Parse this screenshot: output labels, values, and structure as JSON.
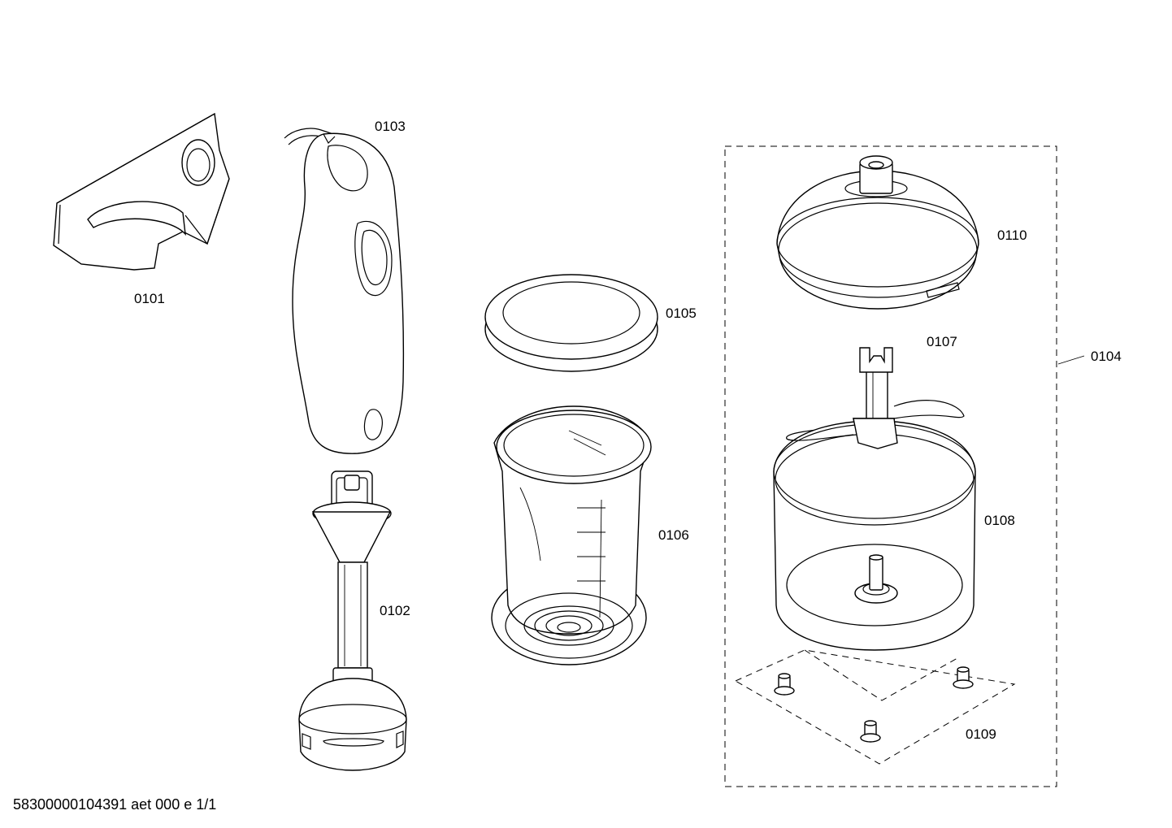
{
  "parts": [
    {
      "id": "0101",
      "label": "0101"
    },
    {
      "id": "0102",
      "label": "0102"
    },
    {
      "id": "0103",
      "label": "0103"
    },
    {
      "id": "0104",
      "label": "0104"
    },
    {
      "id": "0105",
      "label": "0105"
    },
    {
      "id": "0106",
      "label": "0106"
    },
    {
      "id": "0107",
      "label": "0107"
    },
    {
      "id": "0108",
      "label": "0108"
    },
    {
      "id": "0109",
      "label": "0109"
    },
    {
      "id": "0110",
      "label": "0110"
    }
  ],
  "footer": {
    "doc_code": "58300000104391 aet 000 e 1/1"
  },
  "colors": {
    "line": "#000000",
    "background": "#ffffff"
  }
}
